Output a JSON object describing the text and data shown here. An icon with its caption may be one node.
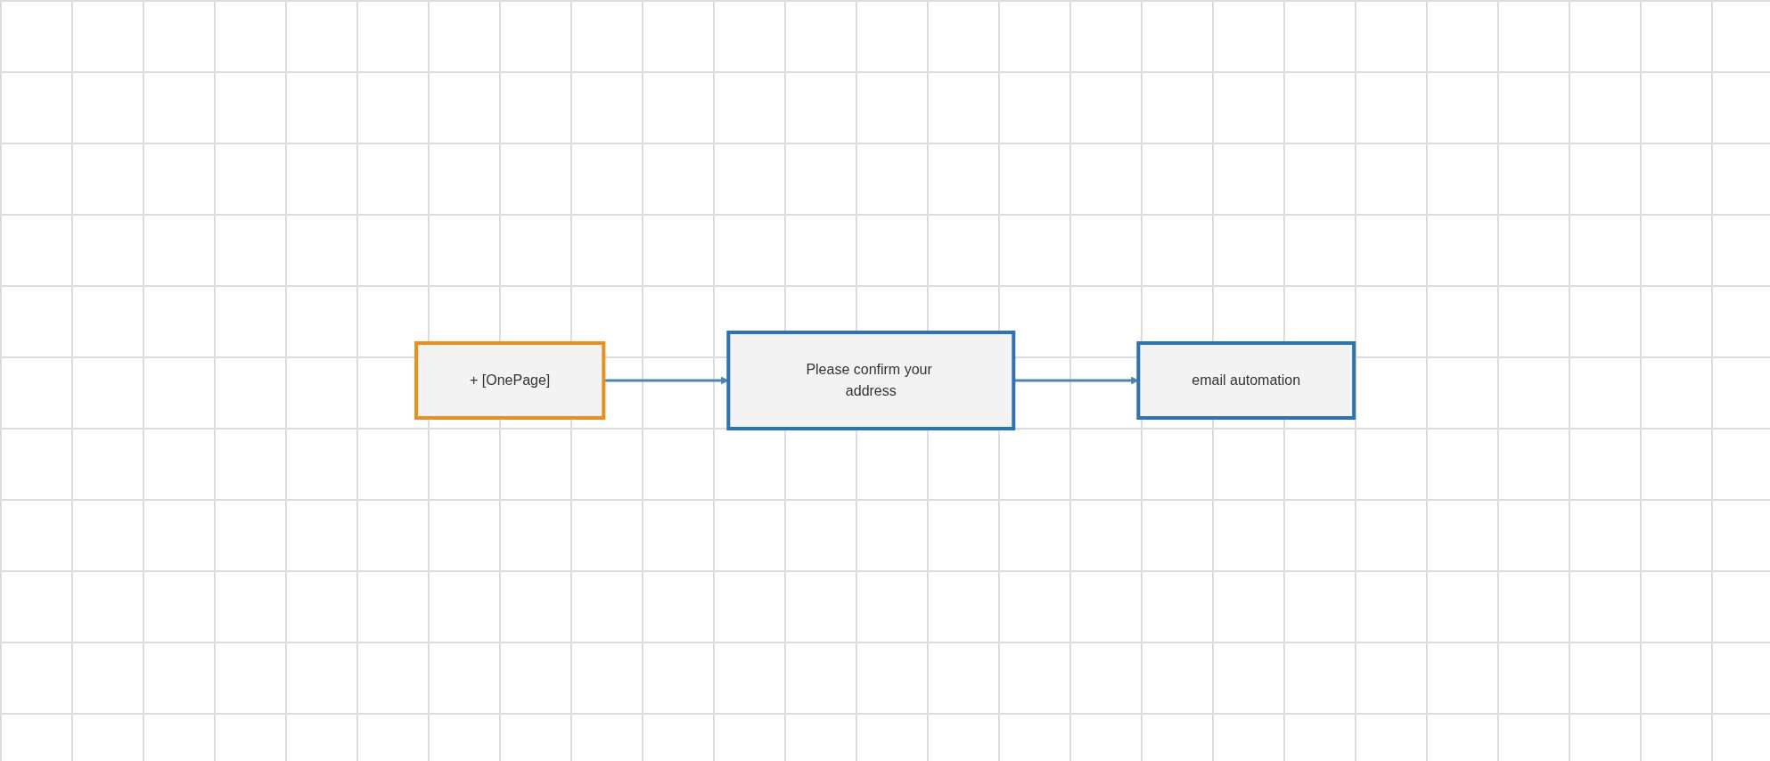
{
  "diagram": {
    "nodes": [
      {
        "text": [
          "+ [OnePage]"
        ]
      },
      {
        "text": [
          "Please confirm your address"
        ]
      },
      {
        "text": [
          "email automation"
        ]
      }
    ],
    "edges": [
      {
        "from": 0,
        "to": 1,
        "arrow": "to"
      },
      {
        "from": 1,
        "to": 2,
        "arrow": "to"
      }
    ]
  }
}
